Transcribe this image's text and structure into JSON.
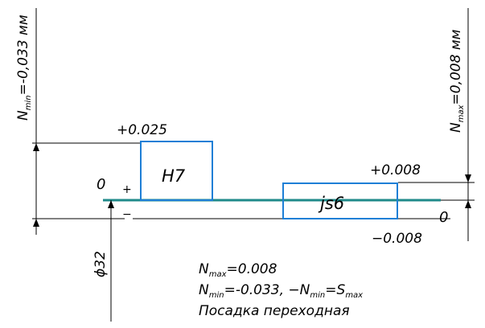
{
  "labels": {
    "nmin_vertical": "N",
    "nmin_vertical_sub": "min",
    "nmin_vertical_value": "=-0,033 мм",
    "nmax_vertical": "N",
    "nmax_vertical_sub": "max",
    "nmax_vertical_value": "=0,008 мм",
    "h7_upper": "+0.025",
    "zero_left": "0",
    "plus_sign": "+",
    "minus_sign": "−",
    "h7": "H7",
    "js6": "js6",
    "js6_upper": "+0.008",
    "js6_lower": "−0.008",
    "zero_right": "0",
    "diameter": "ϕ32"
  },
  "summary": {
    "nmax_line_n": "N",
    "nmax_line_sub": "max",
    "nmax_line_val": "=0.008",
    "nmin_line_n": "N",
    "nmin_line_sub": "min",
    "nmin_line_val": "=-0.033,  −N",
    "nmin_line_sub2": "min",
    "nmin_line_val2": "=S",
    "nmin_line_sub3": "max",
    "fit_type": "Посадка переходная"
  },
  "colors": {
    "zero_line": "#1f8a8a",
    "tolerance_box": "#1e7fd6",
    "ink": "#000000"
  }
}
